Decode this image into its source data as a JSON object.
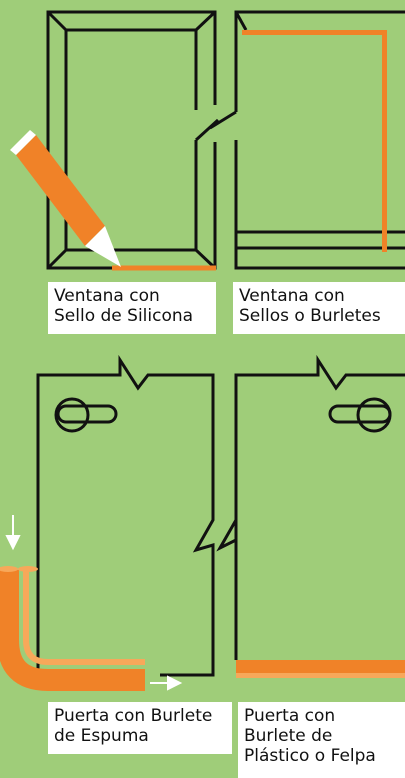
{
  "colors": {
    "background": "#9fcd79",
    "outline": "#111111",
    "seal": "#f08228",
    "seal_light": "#f7a85a",
    "caption_bg": "#ffffff"
  },
  "panels": [
    {
      "id": "window-silicone",
      "caption_lines": [
        "Ventana con",
        "Sello de Silicona"
      ]
    },
    {
      "id": "window-weatherstrip",
      "caption_lines": [
        "Ventana con",
        "Sellos o Burletes"
      ]
    },
    {
      "id": "door-foam",
      "caption_lines": [
        "Puerta con Burlete",
        "de Espuma"
      ]
    },
    {
      "id": "door-plastic-felt",
      "caption_lines": [
        "Puerta con",
        "Burlete de",
        "Plástico o Felpa"
      ]
    }
  ],
  "icons": [
    "caulk-gun-icon",
    "door-handle-icon",
    "arrow-down-icon",
    "arrow-right-icon"
  ]
}
